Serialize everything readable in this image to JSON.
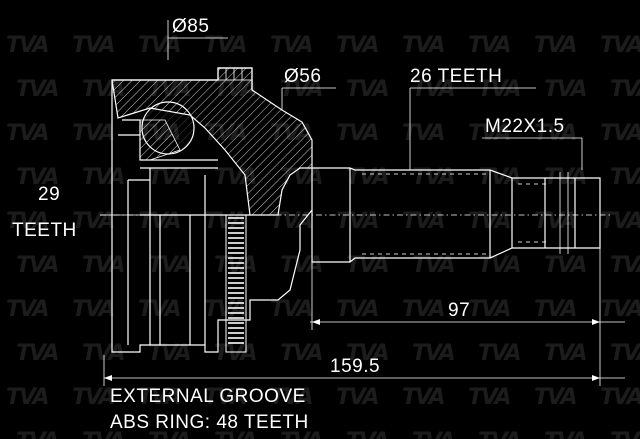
{
  "watermark": "TVA",
  "labels": {
    "outer_diameter": "Ø85",
    "neck_diameter": "Ø56",
    "shaft_teeth": "26 TEETH",
    "thread": "M22X1.5",
    "inner_teeth_count": "29",
    "inner_teeth_word": "TEETH",
    "shaft_length": "97",
    "total_length": "159.5",
    "note_groove": "EXTERNAL GROOVE",
    "note_abs": "ABS RING: 48 TEETH"
  },
  "colors": {
    "background": "#000000",
    "lines": "#ffffff",
    "watermark": "#1c1c1c"
  }
}
